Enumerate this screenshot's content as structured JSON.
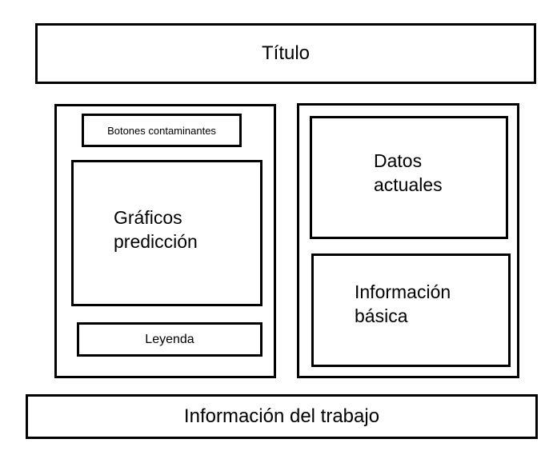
{
  "header": {
    "title": "Título"
  },
  "left_panel": {
    "pollutant_buttons": "Botones contaminantes",
    "prediction_charts": [
      "Gráficos",
      "predicción"
    ],
    "legend": "Leyenda"
  },
  "right_panel": {
    "current_data": [
      "Datos",
      "actuales"
    ],
    "basic_info": [
      "Información",
      "básica"
    ]
  },
  "footer": {
    "work_info": "Información del trabajo"
  },
  "colors": {
    "stroke": "#000000",
    "background": "#ffffff"
  }
}
